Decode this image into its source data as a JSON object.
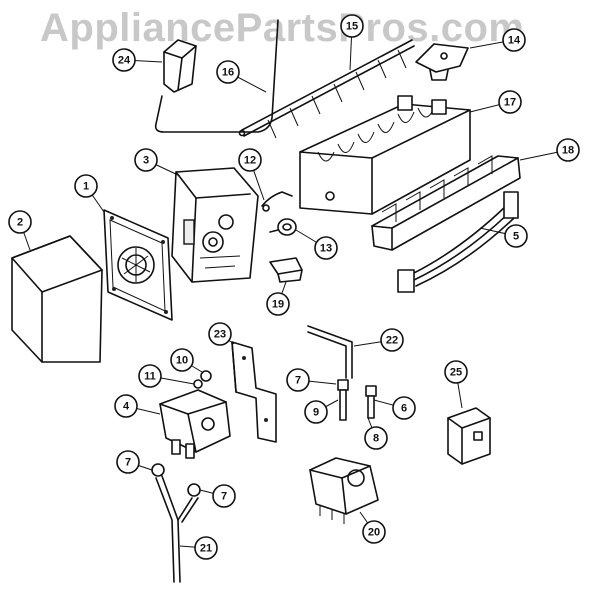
{
  "watermark": {
    "text": "AppliancePartsPros.com"
  },
  "callouts": [
    {
      "label": "1"
    },
    {
      "label": "2"
    },
    {
      "label": "3"
    },
    {
      "label": "4"
    },
    {
      "label": "5"
    },
    {
      "label": "6"
    },
    {
      "label": "7"
    },
    {
      "label": "7"
    },
    {
      "label": "7"
    },
    {
      "label": "8"
    },
    {
      "label": "9"
    },
    {
      "label": "10"
    },
    {
      "label": "11"
    },
    {
      "label": "12"
    },
    {
      "label": "13"
    },
    {
      "label": "14"
    },
    {
      "label": "15"
    },
    {
      "label": "16"
    },
    {
      "label": "17"
    },
    {
      "label": "18"
    },
    {
      "label": "19"
    },
    {
      "label": "20"
    },
    {
      "label": "21"
    },
    {
      "label": "22"
    },
    {
      "label": "23"
    },
    {
      "label": "24"
    },
    {
      "label": "25"
    }
  ]
}
